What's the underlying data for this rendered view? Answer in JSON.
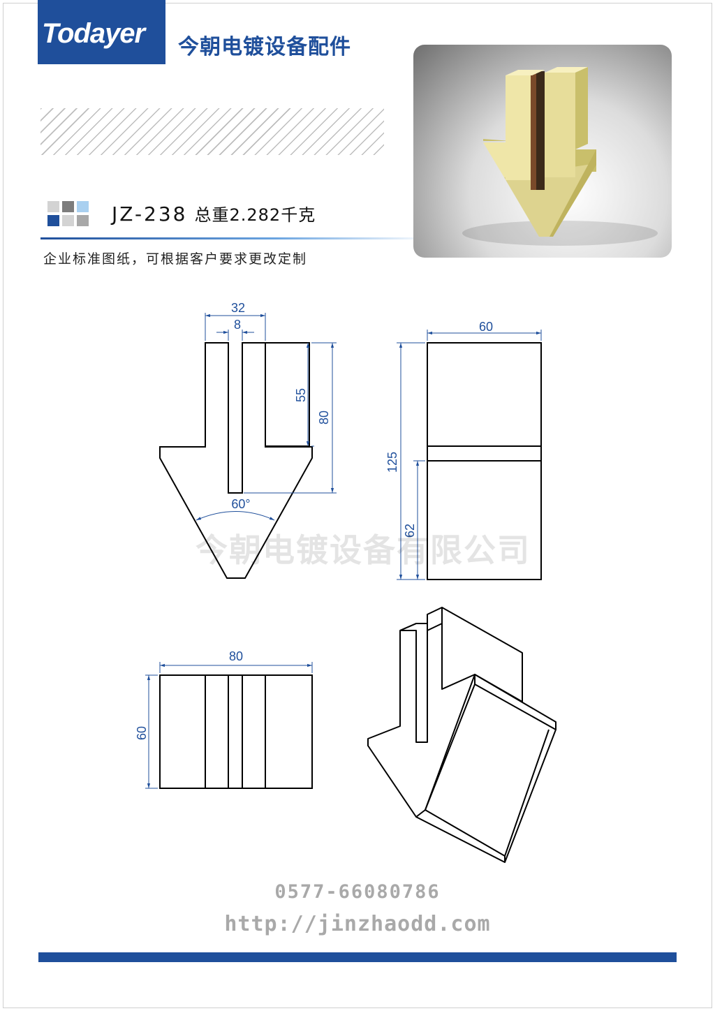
{
  "brand": {
    "logo_text": "Todayer",
    "company_name": "今朝电镀设备配件",
    "logo_color": "#1f4f9b"
  },
  "product": {
    "model": "JZ-238",
    "weight_label": "总重2.282千克",
    "description": "企业标准图纸，可根据客户要求更改定制"
  },
  "swatches": [
    "#d3d3d3",
    "#7d7d7d",
    "#a9d0f0",
    "#1f4f9b",
    "#d3d3d3",
    "#a8a8a8"
  ],
  "dimensions": {
    "front": {
      "width_total": "32",
      "slot_width": "8",
      "slot_depth": "55",
      "height": "80",
      "angle": "60°"
    },
    "side": {
      "width": "60",
      "height_total": "125",
      "height_lower": "62"
    },
    "top": {
      "width": "80",
      "depth": "60"
    }
  },
  "watermark": "今朝电镀设备有限公司",
  "contact": {
    "phone": "0577-66080786",
    "url": "http://jinzhaodd.com"
  },
  "colors": {
    "accent": "#1f4f9b",
    "dimension": "#1f4f9b",
    "part": "#d9cf86"
  }
}
